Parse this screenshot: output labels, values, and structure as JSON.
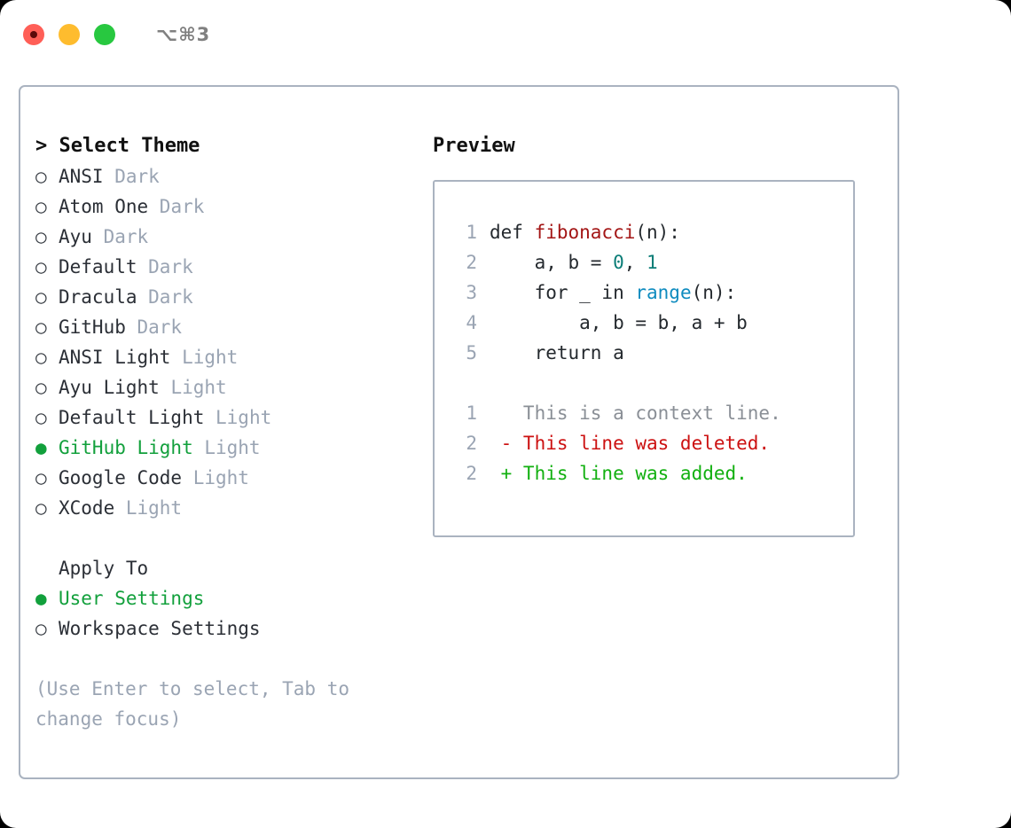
{
  "titlebar": {
    "shortcut": "⌥⌘3",
    "lights": [
      {
        "name": "close",
        "color": "#ff5f57"
      },
      {
        "name": "minimize",
        "color": "#febc2e"
      },
      {
        "name": "maximize",
        "color": "#28c840"
      }
    ]
  },
  "theme_picker": {
    "title": "> Select Theme",
    "marker_selected": "●",
    "marker_unselected": "○",
    "items": [
      {
        "name": "ANSI",
        "category": "Dark",
        "selected": false
      },
      {
        "name": "Atom One",
        "category": "Dark",
        "selected": false
      },
      {
        "name": "Ayu",
        "category": "Dark",
        "selected": false
      },
      {
        "name": "Default",
        "category": "Dark",
        "selected": false
      },
      {
        "name": "Dracula",
        "category": "Dark",
        "selected": false
      },
      {
        "name": "GitHub",
        "category": "Dark",
        "selected": false
      },
      {
        "name": "ANSI Light",
        "category": "Light",
        "selected": false
      },
      {
        "name": "Ayu Light",
        "category": "Light",
        "selected": false
      },
      {
        "name": "Default Light",
        "category": "Light",
        "selected": false
      },
      {
        "name": "GitHub Light",
        "category": "Light",
        "selected": true
      },
      {
        "name": "Google Code",
        "category": "Light",
        "selected": false
      },
      {
        "name": "XCode",
        "category": "Light",
        "selected": false
      }
    ]
  },
  "apply_to": {
    "title": "Apply To",
    "options": [
      {
        "name": "User Settings",
        "selected": true
      },
      {
        "name": "Workspace Settings",
        "selected": false
      }
    ]
  },
  "hint": "(Use Enter to select, Tab to change focus)",
  "preview": {
    "title": "Preview",
    "code_lines": [
      {
        "ln": "1",
        "tokens": [
          {
            "t": "def ",
            "c": "code"
          },
          {
            "t": "fibonacci",
            "c": "fn"
          },
          {
            "t": "(n):",
            "c": "code"
          }
        ]
      },
      {
        "ln": "2",
        "tokens": [
          {
            "t": "    a, b = ",
            "c": "code"
          },
          {
            "t": "0",
            "c": "num"
          },
          {
            "t": ", ",
            "c": "code"
          },
          {
            "t": "1",
            "c": "num"
          }
        ]
      },
      {
        "ln": "3",
        "tokens": [
          {
            "t": "    for _ in ",
            "c": "code"
          },
          {
            "t": "range",
            "c": "bi"
          },
          {
            "t": "(n):",
            "c": "code"
          }
        ]
      },
      {
        "ln": "4",
        "tokens": [
          {
            "t": "        a, b = b, a + b",
            "c": "code"
          }
        ]
      },
      {
        "ln": "5",
        "tokens": [
          {
            "t": "    return a",
            "c": "code"
          }
        ]
      }
    ],
    "diff_lines": [
      {
        "ln": "1",
        "tokens": [
          {
            "t": "   This is a context line.",
            "c": "ctx"
          }
        ]
      },
      {
        "ln": "2",
        "tokens": [
          {
            "t": " - This line was deleted.",
            "c": "del"
          }
        ]
      },
      {
        "ln": "2",
        "tokens": [
          {
            "t": " + This line was added.",
            "c": "add"
          }
        ]
      }
    ]
  },
  "colors": {
    "accent_green": "#12a03c",
    "muted": "#9aa4b3",
    "border": "#aab3c0",
    "function": "#a31515",
    "number": "#0a7d77",
    "builtin": "#0e8bbf",
    "diff_add": "#12b010",
    "diff_del": "#cc1111"
  }
}
